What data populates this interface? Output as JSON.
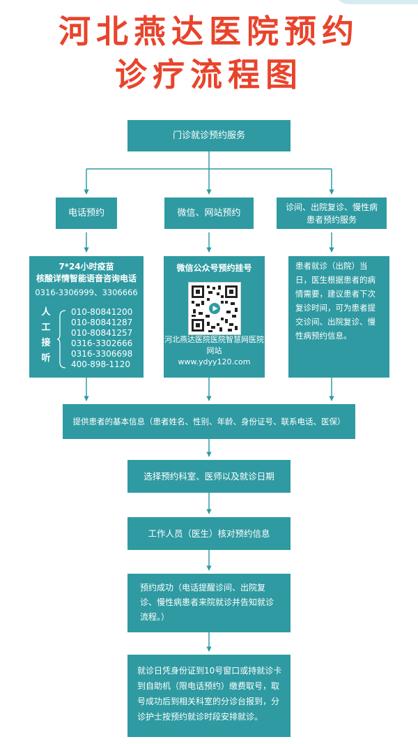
{
  "title": {
    "line1": "河北燕达医院预约",
    "line2": "诊疗流程图"
  },
  "colors": {
    "box": "#2f9aa2",
    "title": "#e8442c",
    "line": "#2f9aa2",
    "text": "#ffffff"
  },
  "nodes": {
    "root": "门诊就诊预约服务",
    "phone": "电话预约",
    "wechat": "微信、网站预约",
    "followup": "诊间、出院复诊、慢性病患者预约服务",
    "phone_detail": {
      "line1": "7*24小时疫苗",
      "line2": "核酸详情智能语音咨询电话",
      "line3": "0316-3306999、3306666",
      "manual_label": [
        "人",
        "工",
        "接",
        "听"
      ],
      "numbers": [
        "010-80841200",
        "010-80841287",
        "010-80841257",
        "0316-3302666",
        "0316-3306698",
        "400-898-1120"
      ]
    },
    "wechat_detail": {
      "title": "微信公众号预约挂号",
      "line1": "河北燕达医院医院智慧网医院",
      "line2": "网站",
      "line3": "www.ydyy120.com"
    },
    "followup_detail": "患者就诊（出院）当日，医生根据患者的病情需要，建议患者下次复诊时间，可为患者提交诊间、出院复诊、慢性病预约信息。",
    "step1": "提供患者的基本信息（患者姓名、性别、年龄、身份证号、联系电话、医保）",
    "step2": "选择预约科室、医师以及就诊日期",
    "step3": "工作人员（医生）核对预约信息",
    "step4": "预约成功（电话提醒诊间、出院复诊、慢性病患者来院就诊并告知就诊流程。）",
    "step5": "就诊日凭身份证到10号窗口或持就诊卡到自助机（限电话预约）缴费取号，取号成功后到相关科室的分诊台报到，分诊护士按预约就诊时段安排就诊。"
  },
  "icons": {
    "qr": "qr-code-icon",
    "play": "play-icon"
  }
}
